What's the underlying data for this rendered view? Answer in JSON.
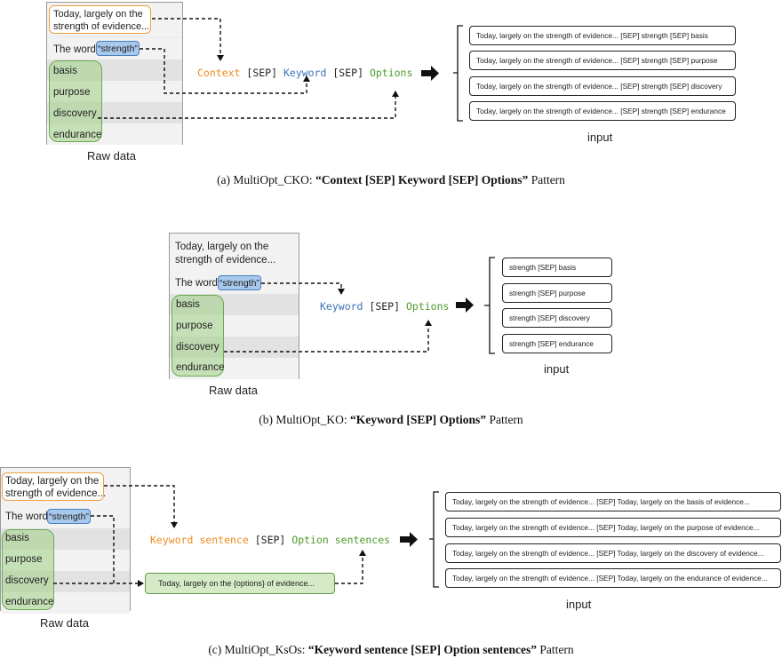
{
  "panel_a": {
    "raw": {
      "context": "Today, largely on the strength of evidence...",
      "keyword_prefix": "The word",
      "keyword": "“strength”",
      "options": [
        "basis",
        "purpose",
        "discovery",
        "endurance"
      ],
      "label": "Raw data"
    },
    "pattern": {
      "p1": "Context",
      "sep1": "[SEP]",
      "p2": "Keyword",
      "sep2": "[SEP]",
      "p3": "Options"
    },
    "inputs": [
      "Today, largely on the strength of evidence... [SEP] strength [SEP] basis",
      "Today, largely on the strength of evidence... [SEP] strength [SEP] purpose",
      "Today, largely on the strength of evidence... [SEP] strength [SEP] discovery",
      "Today, largely on the strength of evidence... [SEP] strength [SEP] endurance"
    ],
    "input_label": "input",
    "caption": {
      "prefix": "(a) MultiOpt_CKO: ",
      "bold": "“Context [SEP] Keyword [SEP] Options”",
      "suffix": " Pattern"
    }
  },
  "panel_b": {
    "raw": {
      "context_line1": "Today, largely on the",
      "context_line2": "strength of evidence...",
      "keyword_prefix": "The word",
      "keyword": "“strength”",
      "options": [
        "basis",
        "purpose",
        "discovery",
        "endurance"
      ],
      "label": "Raw data"
    },
    "pattern": {
      "p1": "Keyword",
      "sep1": "[SEP]",
      "p2": "Options"
    },
    "inputs": [
      "strength [SEP] basis",
      "strength [SEP] purpose",
      "strength [SEP] discovery",
      "strength [SEP] endurance"
    ],
    "input_label": "input",
    "caption": {
      "prefix": "(b) MultiOpt_KO: ",
      "bold": "“Keyword [SEP] Options”",
      "suffix": " Pattern"
    }
  },
  "panel_c": {
    "raw": {
      "context_line1": "Today, largely on the",
      "context_line2": "strength of evidence...",
      "keyword_prefix": "The word",
      "keyword": "“strength”",
      "options": [
        "basis",
        "purpose",
        "discovery",
        "endurance"
      ],
      "label": "Raw data"
    },
    "template": "Today, largely on the {options} of evidence...",
    "pattern": {
      "p1": "Keyword sentence",
      "sep1": "[SEP]",
      "p2": "Option sentences"
    },
    "inputs": [
      "Today, largely on the strength of evidence... [SEP] Today, largely on the basis of evidence...",
      "Today, largely on the strength of evidence... [SEP] Today, largely on the purpose of evidence...",
      "Today, largely on the strength of evidence... [SEP] Today, largely on the discovery of evidence...",
      "Today, largely on the strength of evidence... [SEP] Today, largely on the endurance of evidence..."
    ],
    "input_label": "input",
    "caption": {
      "prefix": "(c) MultiOpt_KsOs: ",
      "bold": "“Keyword sentence [SEP] Option sentences”",
      "suffix": " Pattern"
    }
  },
  "colors": {
    "context": "#ee8a1f",
    "keyword": "#3d74b5",
    "options": "#4e9a2a",
    "option_fill": "#a0d287"
  },
  "icons": [
    "right-arrow-icon",
    "left-brace-icon",
    "dashed-connector-arrow-icon"
  ]
}
